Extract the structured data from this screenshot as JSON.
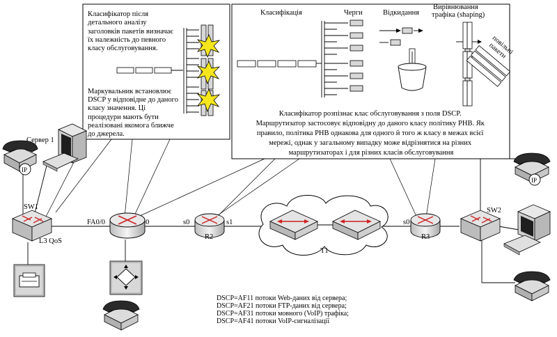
{
  "left_callout": {
    "classifier_text": [
      "Класифікатор після",
      "детального аналізу",
      "заголовків пакетів визначає",
      "їх належність до певного",
      "класу обслуговування."
    ],
    "marker_text": [
      "Маркувальник встановлює",
      "DSCP у відповідне до даного",
      "класу значення. Ці",
      "процедури мають бути",
      "реалізовані якомога ближче",
      "до джерела."
    ]
  },
  "right_callout": {
    "stages": {
      "classification": "Класифікація",
      "queues": "Черги",
      "dropping": "Відкидання",
      "shaping": [
        "Вирівнювання",
        "трафіка (shaping)"
      ]
    },
    "slow_packets": [
      "повільні",
      "пакети"
    ],
    "description": [
      "Класифікатор розпізнає клас обслуговування з поля DSCP.",
      "Маршрутизатор застосовує відповідну до даного класу політику PHB. Як",
      "правило, політика PHB однакова для одного й того ж класу в межах всієї",
      "мережі, однак у загальному випадку може відрізнятися на різних",
      "маршрутизаторах і для різних класів обслуговування"
    ]
  },
  "devices": {
    "server": "Сервер 1",
    "sw1": "SW1",
    "l3qos": "L3 QoS",
    "fa00": "FA0/0",
    "r1_s0": "s0",
    "r2_s0": "s0",
    "r2_s1": "s1",
    "r2": "R2",
    "t1": "T1",
    "r3_s0": "s0",
    "r3": "R3",
    "sw2": "SW2",
    "ip_left": "IP",
    "ip_right": "IP"
  },
  "legend": [
    "DSCP=AF11 потоки Web-даних від сервера;",
    "DSCP=AF21 потоки FTP-даних від сервера;",
    "DSCP=AF31 потоки мовного (VoIP) трафіка;",
    "DSCP=AF41 потоки VoIP-сигналізації"
  ],
  "colors": {
    "star": "#f5e61e",
    "router_arrow": "#cc2222",
    "device_face": "#e4e4e4"
  }
}
